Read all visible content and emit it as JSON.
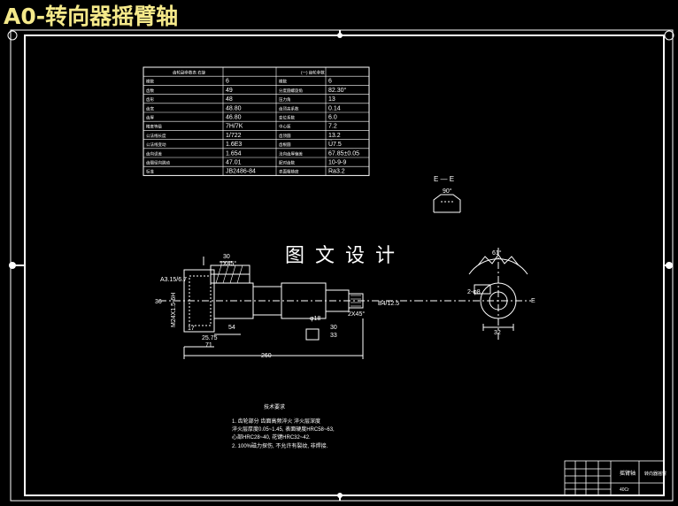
{
  "title": "A0-转向器摇臂轴",
  "watermark": "图文设计",
  "section_label": "E — E",
  "section_angle": "90°",
  "gear_angle": "61°",
  "gear_section_label": "E",
  "param_table": {
    "left_header": "齿轮副参数表 右旋",
    "right_header": "(一) 齿轮参数",
    "rows": [
      [
        "模数",
        "6",
        "模数",
        "6"
      ],
      [
        "齿数",
        "49",
        "分度圆螺旋角",
        "82.30°"
      ],
      [
        "齿形",
        "48",
        "压力角",
        "13"
      ],
      [
        "齿宽",
        "48.80",
        "齿顶高系数",
        "0.14"
      ],
      [
        "齿厚",
        "46.80",
        "变位系数",
        "6.0"
      ],
      [
        "精度等级",
        "7H/7K",
        "中心距",
        "7.2"
      ],
      [
        "公法线长度",
        "1/722",
        "齿顶圆",
        "13.2"
      ],
      [
        "公法线变动",
        "1.6E3",
        "齿根圆",
        "Ü7.5"
      ],
      [
        "齿向误差",
        "1.654",
        "法向齿厚偏差",
        "67.85±0.05"
      ],
      [
        "齿圈径向跳动",
        "47.01",
        "配对齿数",
        "10-9-9"
      ],
      [
        "标准",
        "JB2486-84",
        "表面粗糙度",
        "Ra3.2"
      ]
    ]
  },
  "dimensions": {
    "d30": "30",
    "chamfer1": "1X45°",
    "thread_left": "A3.15/6.7",
    "d36": "36",
    "m_thread": "M24X1.5-6H",
    "d17": "17",
    "d54": "54",
    "d25_75": "25.75",
    "d71": "71",
    "d260": "260",
    "d30_right": "30",
    "d33": "33",
    "right_chamfer": "2X45°",
    "hole_label": "B4/12.5",
    "spline": "φ18",
    "d32": "32",
    "gear_width": "32",
    "d2_bolt": "2-φ8",
    "section_dim": "E"
  },
  "notes": {
    "heading": "技术要求",
    "items": [
      "1.  齿轮部分  齿面高频淬火  淬火层深度",
      "    淬火层厚度0.05~1.45, 表面硬度HRC58~63,",
      "    心部HRC28~40, 花键HRC32~42.",
      "2.  100%磁力探伤, 不允许有裂纹, 非焊接."
    ]
  },
  "title_block": {
    "name": "摇臂轴",
    "material": "40Cr",
    "label": "转向器摇臂"
  }
}
